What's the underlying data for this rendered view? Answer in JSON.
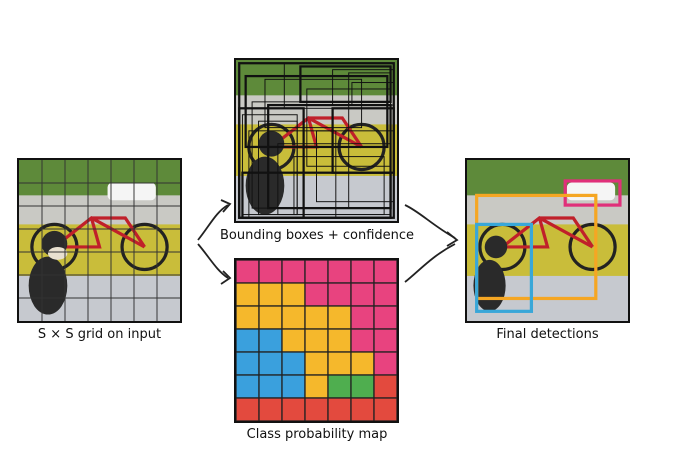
{
  "captions": {
    "grid_input": "S × S grid on input",
    "bounding_boxes": "Bounding boxes + confidence",
    "class_map": "Class probability map",
    "final": "Final detections"
  },
  "colors": {
    "magenta": "#e8437f",
    "yellow": "#f5b82c",
    "blue": "#3aa0dd",
    "green": "#4fae4f",
    "red": "#e34a3e",
    "orange": "#f5a623",
    "pink_box": "#e0307a",
    "blue_box": "#39a7d8"
  },
  "class_map_grid": [
    [
      "magenta",
      "magenta",
      "magenta",
      "magenta",
      "magenta",
      "magenta",
      "magenta"
    ],
    [
      "yellow",
      "yellow",
      "yellow",
      "magenta",
      "magenta",
      "magenta",
      "magenta"
    ],
    [
      "yellow",
      "yellow",
      "yellow",
      "yellow",
      "yellow",
      "magenta",
      "magenta"
    ],
    [
      "blue",
      "blue",
      "yellow",
      "yellow",
      "yellow",
      "magenta",
      "magenta"
    ],
    [
      "blue",
      "blue",
      "blue",
      "yellow",
      "yellow",
      "yellow",
      "magenta"
    ],
    [
      "blue",
      "blue",
      "blue",
      "yellow",
      "green",
      "green",
      "red"
    ],
    [
      "red",
      "red",
      "red",
      "red",
      "red",
      "red",
      "red"
    ]
  ],
  "icons": [
    "bicycle-icon",
    "dog-icon",
    "car-icon",
    "arrow-icon"
  ]
}
